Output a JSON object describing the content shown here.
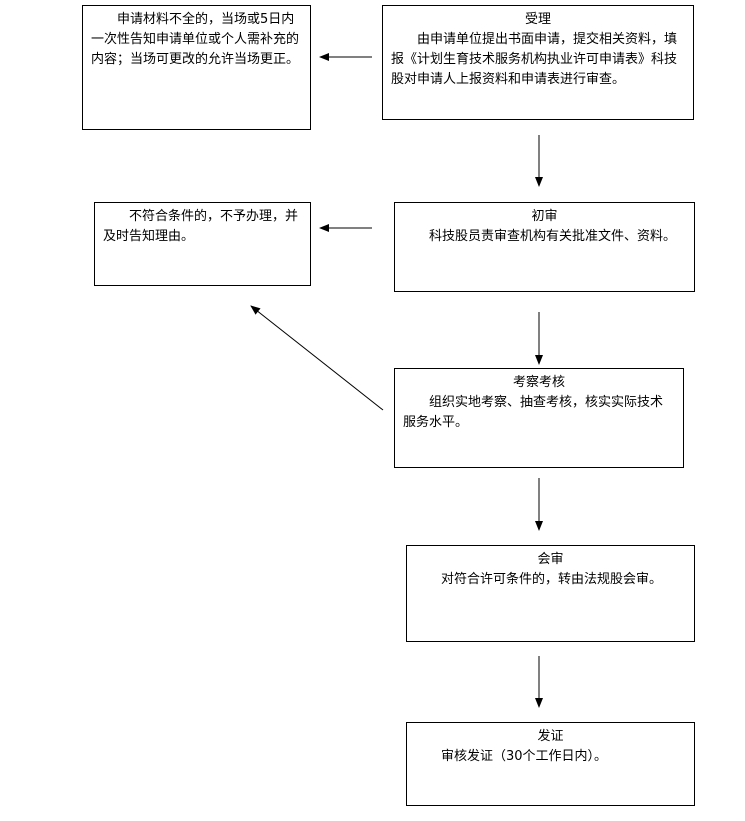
{
  "boxes": {
    "accept": {
      "title": "受理",
      "body": "由申请单位提出书面申请，提交相关资料，填报《计划生育技术服务机构执业许可申请表》科技股对申请人上报资料和申请表进行审查。"
    },
    "incomplete": {
      "body": "申请材料不全的，当场或5日内一次性告知申请单位或个人需补充的内容；当场可更改的允许当场更正。"
    },
    "initial_review": {
      "title": "初审",
      "body": "科技股员责审查机构有关批准文件、资料。"
    },
    "reject": {
      "body": "不符合条件的，不予办理，并及时告知理由。"
    },
    "inspection": {
      "title": "考察考核",
      "body": "组织实地考察、抽查考核，核实实际技术服务水平。"
    },
    "joint_review": {
      "title": "会审",
      "body": "对符合许可条件的，转由法规股会审。"
    },
    "issue": {
      "title": "发证",
      "body": "审核发证（30个工作日内）。"
    }
  }
}
